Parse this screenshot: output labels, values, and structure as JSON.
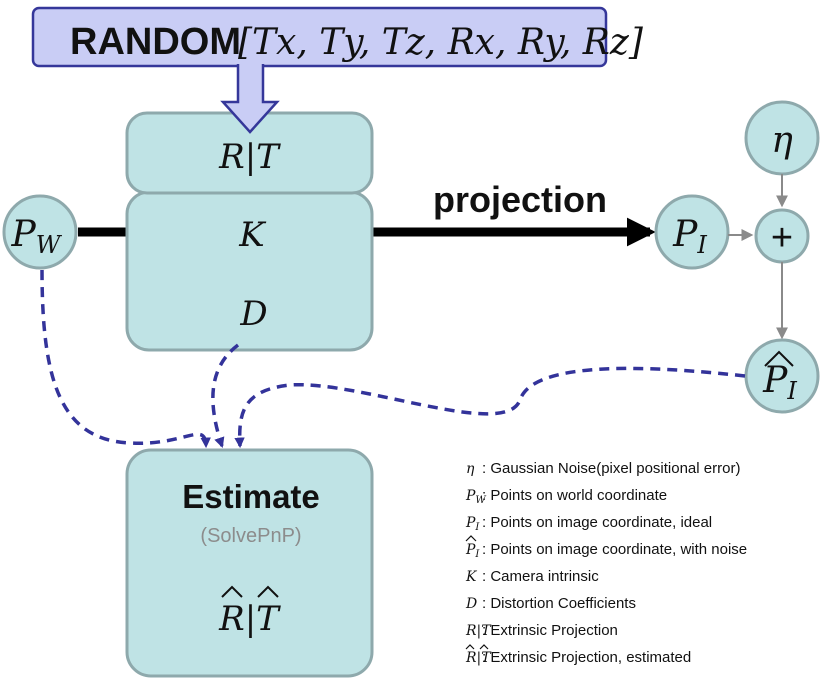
{
  "random_box": {
    "label": "RANDOM",
    "params": "[Tx, Ty, Tz, Rx, Ry, Rz]"
  },
  "rt_box": {
    "label": "R|T"
  },
  "camera_box": {
    "k_label": "K",
    "d_label": "D"
  },
  "pw_node": {
    "label": "P",
    "sub": "W"
  },
  "projection": {
    "label": "projection"
  },
  "pi_node": {
    "label": "P",
    "sub": "I"
  },
  "eta_node": {
    "label": "η"
  },
  "plus_node": {
    "label": "+"
  },
  "pi_hat_node": {
    "label": "P",
    "sub": "I"
  },
  "estimate_box": {
    "title": "Estimate",
    "subtitle": "(SolvePnP)",
    "output": "R|T"
  },
  "legend": [
    {
      "sym": "η",
      "sub": "",
      "hat": false,
      "desc": " : Gaussian Noise(pixel positional error)"
    },
    {
      "sym": "P",
      "sub": "W",
      "hat": false,
      "desc": " : Points on world coordinate"
    },
    {
      "sym": "P",
      "sub": "I",
      "hat": false,
      "desc": " : Points on image coordinate, ideal"
    },
    {
      "sym": "P",
      "sub": "I",
      "hat": true,
      "desc": " : Points on image coordinate, with noise"
    },
    {
      "sym": "K",
      "sub": "",
      "hat": false,
      "desc": " : Camera intrinsic"
    },
    {
      "sym": "D",
      "sub": "",
      "hat": false,
      "desc": " : Distortion Coefficients"
    },
    {
      "sym": "R|T",
      "sub": "",
      "hat": false,
      "desc": " : Extrinsic Projection"
    },
    {
      "sym": "R|T",
      "sub": "",
      "hat": true,
      "desc": " : Extrinsic Projection, estimated"
    }
  ],
  "colors": {
    "box_fill": "#bfe3e5",
    "box_stroke": "#8ea9ac",
    "random_fill": "#c9cdf5",
    "random_stroke": "#35379a",
    "dashed": "#33339a",
    "solid_arrow": "#000000",
    "thin_arrow": "#8a8a8a"
  }
}
